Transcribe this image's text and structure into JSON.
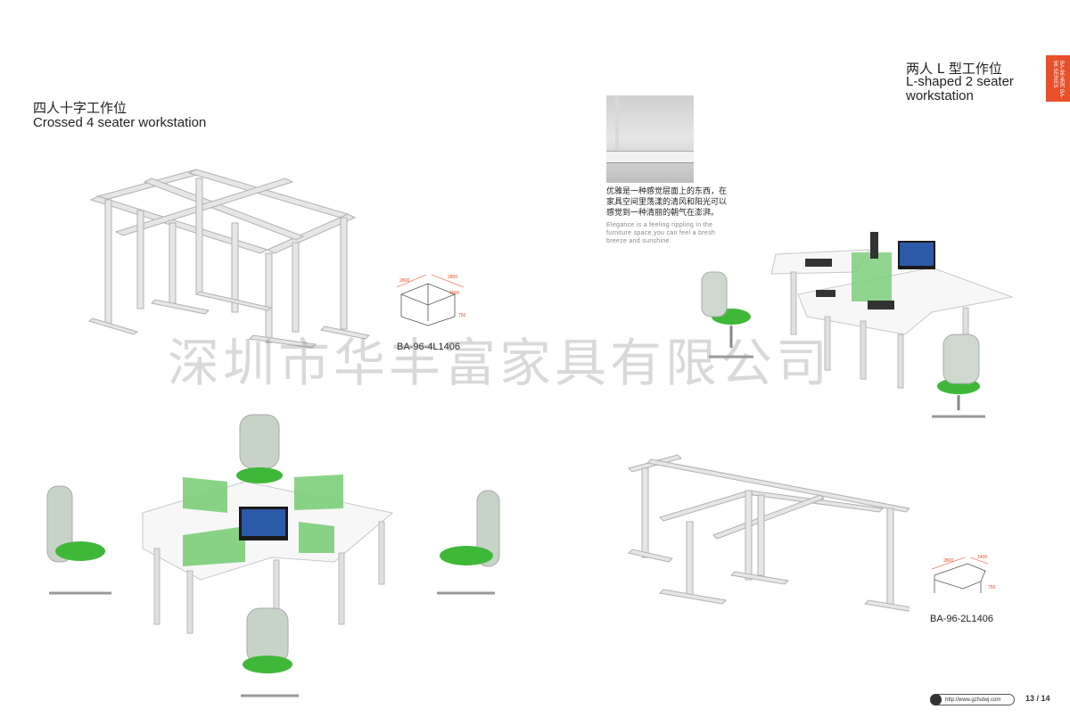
{
  "left_section": {
    "title_cn": "四人十字工作位",
    "title_en": "Crossed 4 seater workstation",
    "model_code": "BA-96-4L1406",
    "dims": [
      "2800",
      "2800",
      "1000",
      "750"
    ]
  },
  "right_section": {
    "title_cn": "两人 L 型工作位",
    "title_en_line1": "L-shaped 2 seater",
    "title_en_line2": "workstation",
    "model_code": "BA-96-2L1406",
    "dims": [
      "2800",
      "1400",
      "750"
    ]
  },
  "detail_caption": {
    "cn_lines": [
      "优雅是一种感觉层面上的东西，在",
      "家具空间里荡漾的清风和阳光可以",
      "感觉到一种清丽的朝气在澎湃。"
    ],
    "en_lines": [
      "Elegance is a feeling rippling in the",
      "furniture space,you can feel a bresh",
      "breeze and sunshine."
    ]
  },
  "watermark": "深圳市华丰富家具有限公司",
  "side_tab": {
    "text": "BA-96 系列 BA-96 SERIES",
    "color": "#e8502a"
  },
  "footer": {
    "url": "http://www.gzfsdwj.com",
    "page": "13 / 14"
  },
  "colors": {
    "frame": "#e4e4e4",
    "frame_stroke": "#b5b5b5",
    "screen_green": "#7dcf7a",
    "seat_green": "#3fb83a",
    "top": "#f7f7f7"
  }
}
